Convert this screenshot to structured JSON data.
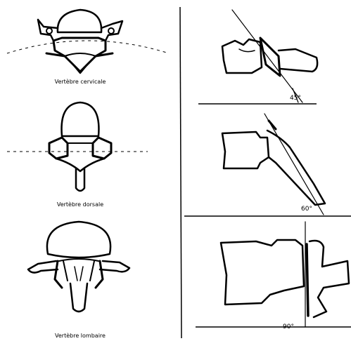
{
  "figure": {
    "left_column": [
      {
        "label": "Vertèbre cervicale"
      },
      {
        "label": "Vertèbre dorsale"
      },
      {
        "label": "Vertèbre lombaire"
      }
    ],
    "right_column": [
      {
        "angle": "45°"
      },
      {
        "angle": "60°"
      },
      {
        "angle": "90°"
      }
    ]
  }
}
